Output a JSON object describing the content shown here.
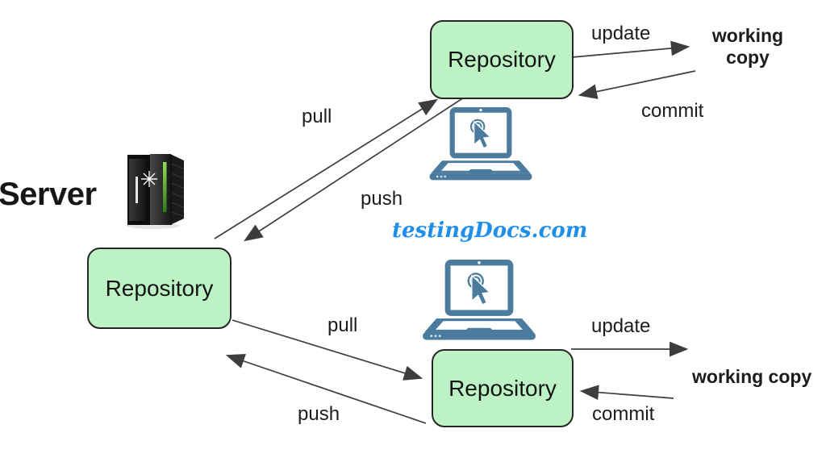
{
  "diagram": {
    "watermark": "testingDocs.com",
    "server": {
      "label": "Server"
    },
    "nodes": {
      "server_repository": {
        "label": "Repository"
      },
      "top_repository": {
        "label": "Repository"
      },
      "bottom_repository": {
        "label": "Repository"
      },
      "top_working_copy": {
        "label": "working copy"
      },
      "bottom_working_copy": {
        "label": "working copy"
      }
    },
    "edges": {
      "top_pull": {
        "label": "pull"
      },
      "top_push": {
        "label": "push"
      },
      "top_update": {
        "label": "update"
      },
      "top_commit": {
        "label": "commit"
      },
      "bottom_pull": {
        "label": "pull"
      },
      "bottom_push": {
        "label": "push"
      },
      "bottom_update": {
        "label": "update"
      },
      "bottom_commit": {
        "label": "commit"
      }
    },
    "icons": {
      "server_icon": "server-tower",
      "client_icon": "laptop-with-cursor"
    },
    "colors": {
      "node_fill": "#bdf2c4",
      "node_border": "#262626",
      "arrow": "#3d3d3d",
      "laptop_blue": "#4b7c9e",
      "watermark_blue": "#1f8fea",
      "led_green": "#6fbf3a",
      "text": "#1c1c1c"
    }
  }
}
